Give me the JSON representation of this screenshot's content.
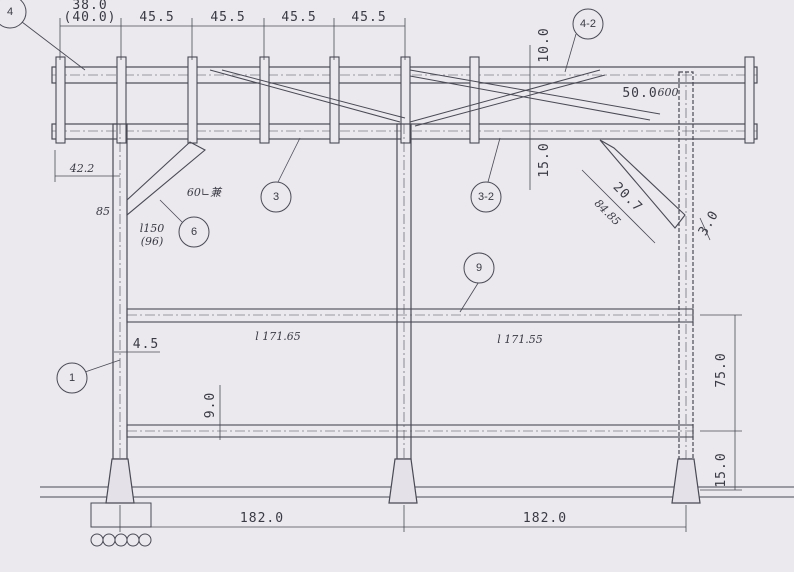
{
  "drawing": {
    "paper_color": "#ebe9ee",
    "line_color": "#4a4a55",
    "part_tags": [
      "4",
      "4-2",
      "3",
      "3-2",
      "6",
      "9",
      "1"
    ],
    "dims": {
      "top_spacing": [
        "45.5",
        "45.5",
        "45.5",
        "45.5"
      ],
      "top_first": "38.0",
      "top_first_alt": "(40.0)",
      "bay": [
        "182.0",
        "182.0"
      ],
      "right_upper": "10.0",
      "right_mid": "15.0",
      "right_75": "75.0",
      "right_bottom": "15.0",
      "left_422": "42.2",
      "post_width": "4.5",
      "low_beam": "9.0",
      "brace_len": "20.7",
      "brace_long": "84.85",
      "brace_end": "3.0",
      "top_right": "50.0",
      "top_right_sub": "600"
    },
    "notes": {
      "length_left": "l 171.65",
      "length_right": "l 171.55",
      "brace_note": "60∟兼",
      "small_150": "l150",
      "small_150_sub": "(96)",
      "small_85": "85"
    }
  }
}
